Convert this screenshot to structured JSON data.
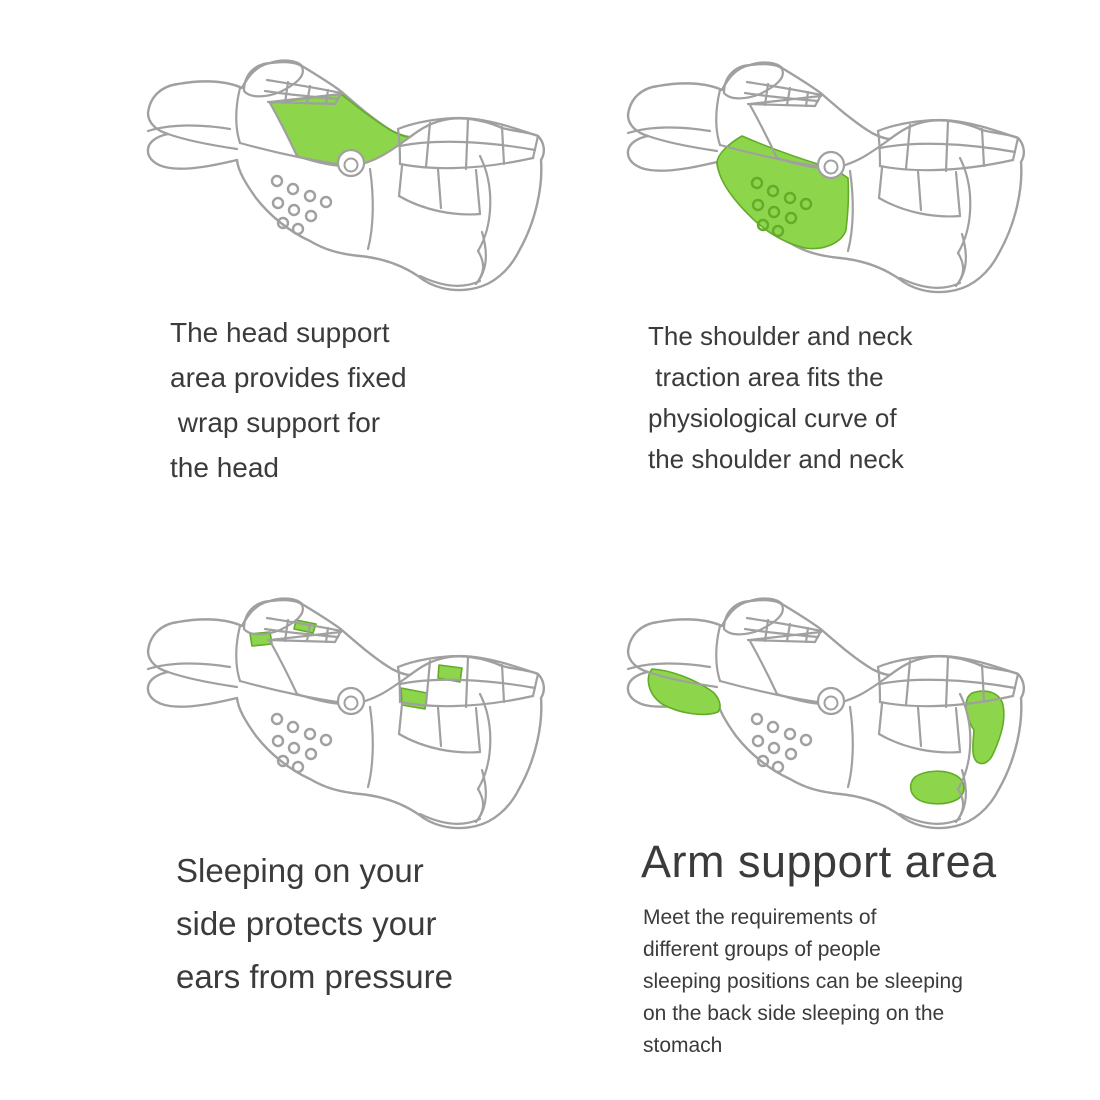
{
  "page": {
    "background": "#ffffff"
  },
  "colors": {
    "highlight": "#8dd64b",
    "highlight_edge": "#63ab28",
    "line": "#a0a0a0",
    "text": "#3b3b3b"
  },
  "sections": [
    {
      "id": "head-support",
      "illustration": "head-support",
      "caption_lines": [
        "The head support",
        "area provides fixed",
        " wrap support for",
        "the head"
      ]
    },
    {
      "id": "shoulder-neck-traction",
      "illustration": "shoulder-neck-traction",
      "caption_lines": [
        "The shoulder and neck",
        " traction area fits the",
        "physiological curve of",
        "the shoulder and neck"
      ]
    },
    {
      "id": "side-sleeping",
      "illustration": "side-sleeping-ears",
      "caption_lines": [
        "Sleeping on your",
        "side protects your",
        "ears from pressure"
      ]
    },
    {
      "id": "arm-support",
      "illustration": "arm-support",
      "heading": "Arm support area",
      "caption_lines": [
        "Meet the requirements of",
        "different groups of people",
        "sleeping positions can be sleeping",
        "on the back side sleeping on the",
        "stomach"
      ]
    }
  ]
}
